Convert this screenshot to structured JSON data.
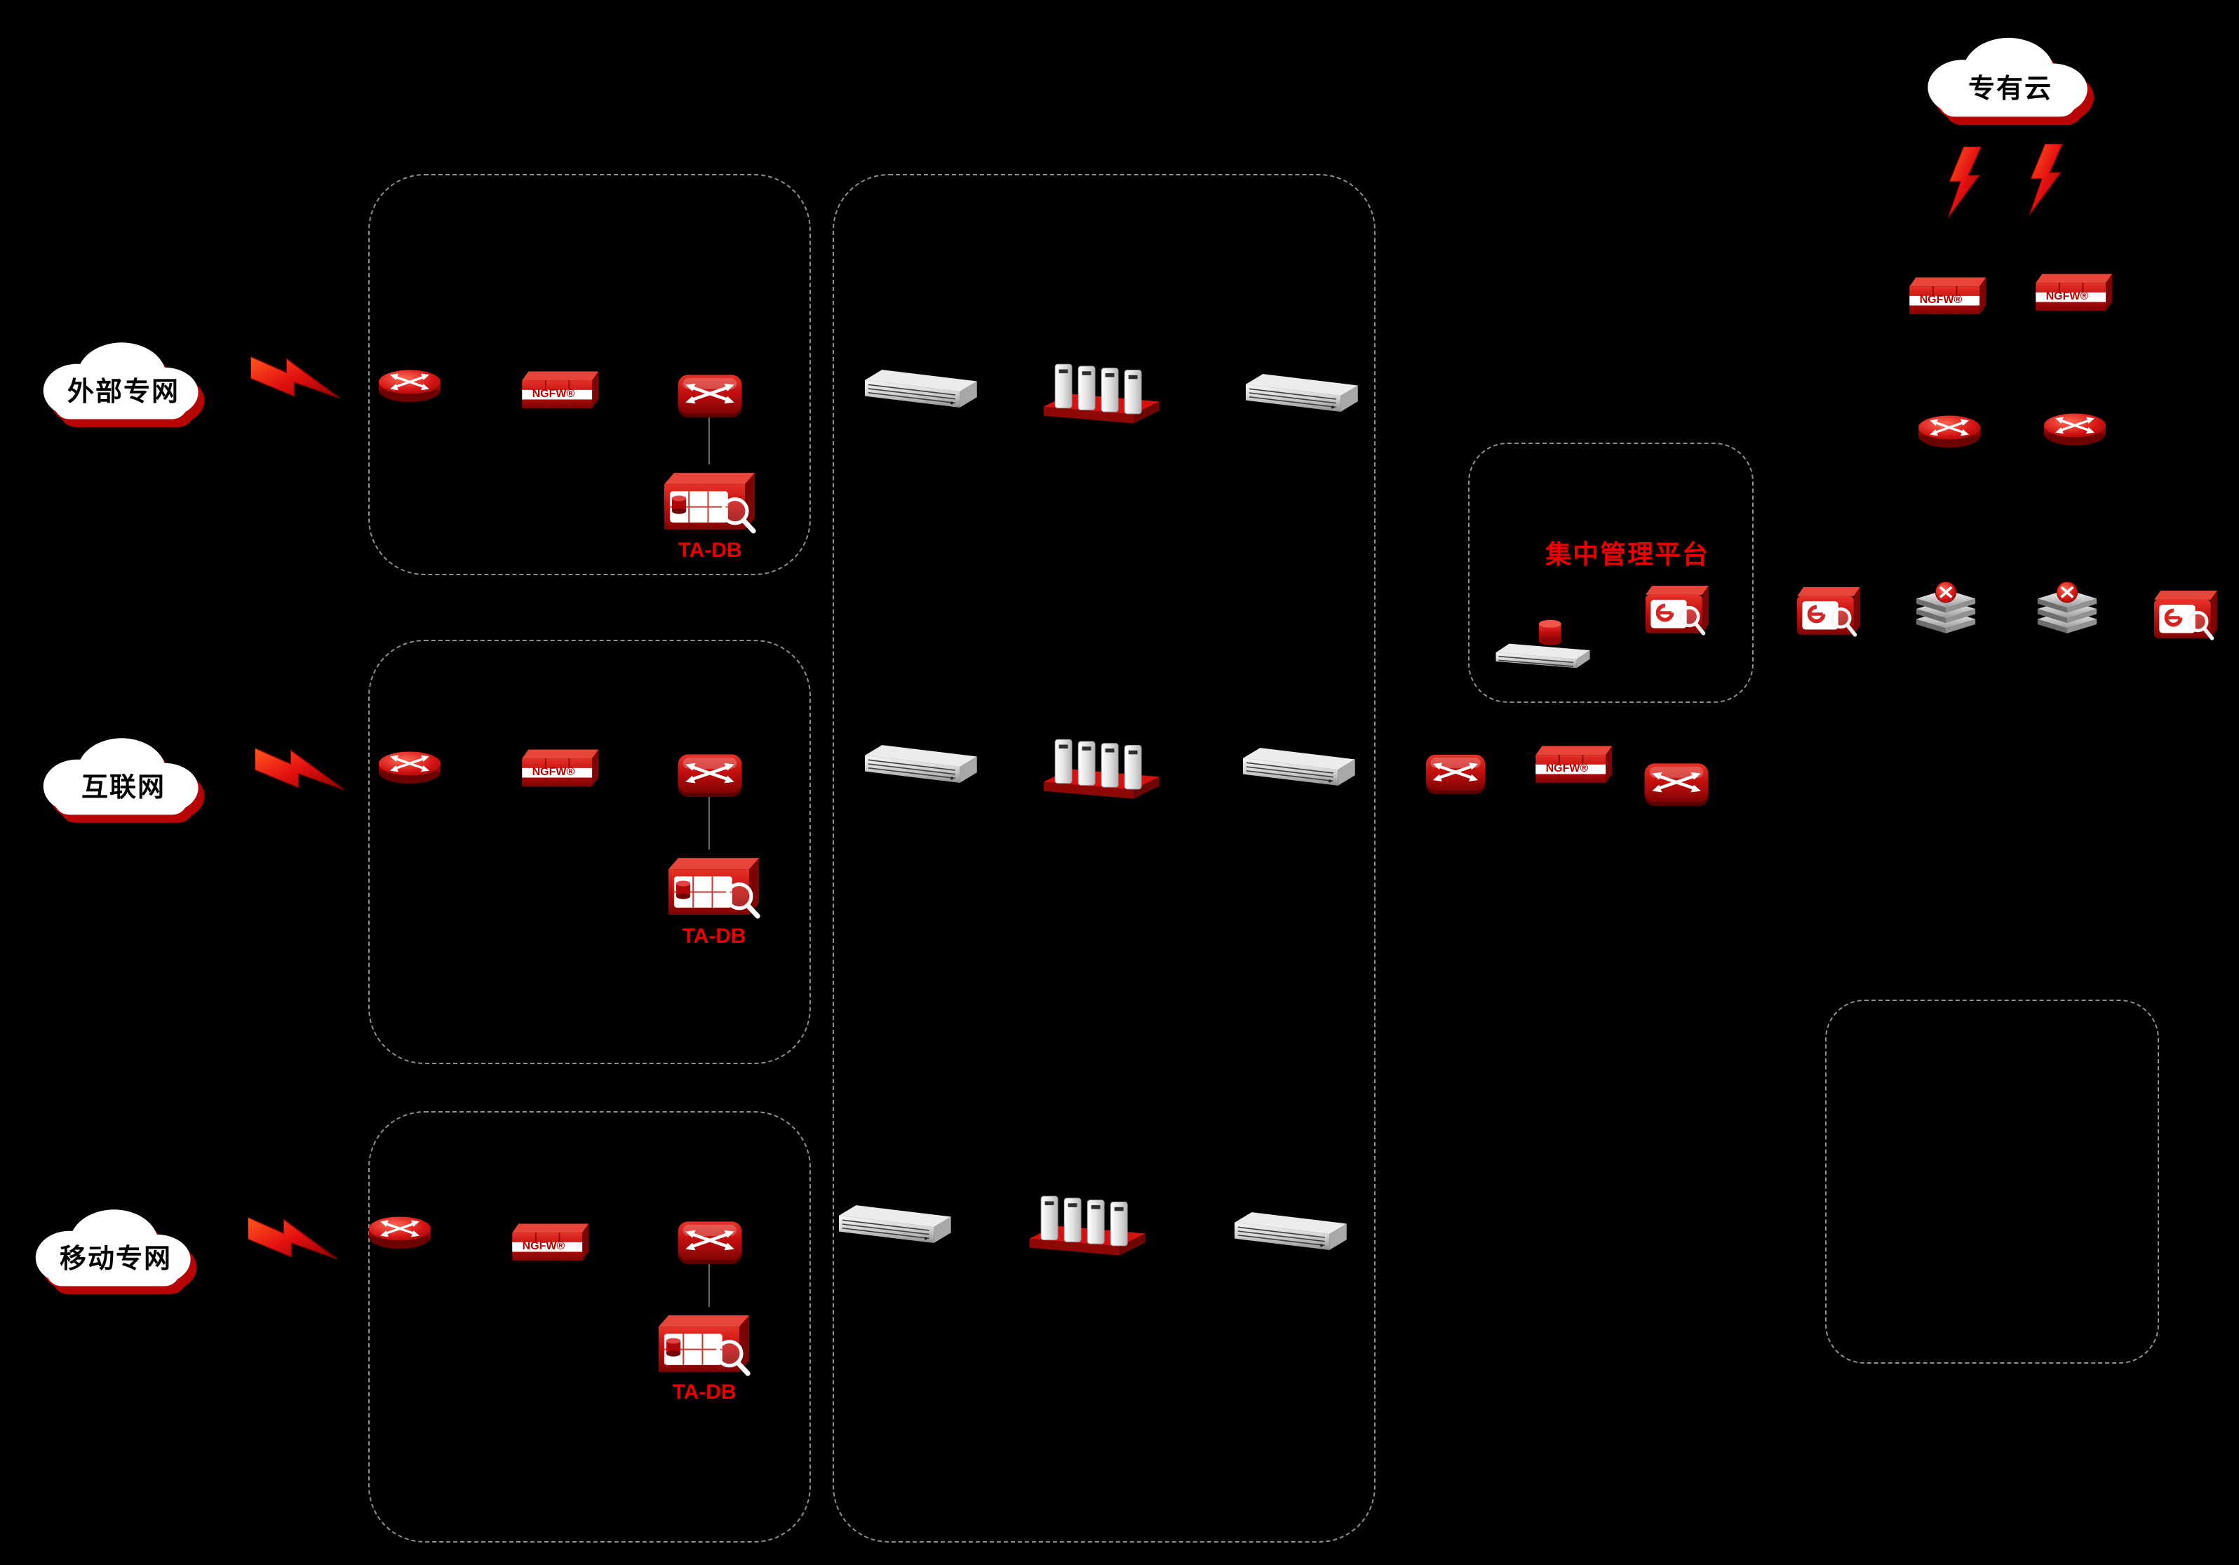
{
  "diagram": {
    "clouds": {
      "private": "专有云",
      "external": "外部专网",
      "internet": "互联网",
      "mobile": "移动专网"
    },
    "device_labels": {
      "ngfw": "NGFW®",
      "tadb": "TA-DB"
    },
    "management": {
      "title": "集中管理平台"
    },
    "colors": {
      "background": "#000000",
      "brand_red": "#cc0d0d",
      "label_red": "#ea0000",
      "zone_border": "#8f8f8f",
      "cloud_fill": "#ffffff",
      "cloud_shadow": "#b70505"
    },
    "icons": {
      "cloud": "cloud-shape",
      "lightning": "bolt-shape",
      "router": "red-disk-cross-arrows",
      "ngfw_firewall": "red-box-white-band",
      "switch": "red-slab-cross-arrows",
      "tadb_appliance": "red-box-table-magnifier",
      "rack_server": "silver-rack",
      "blade_server": "white-blades-red-base",
      "db_server": "rack-with-red-cylinder",
      "management_console": "red-box-browser-magnifier",
      "stacked_switch": "layer-stack-red-top"
    }
  }
}
